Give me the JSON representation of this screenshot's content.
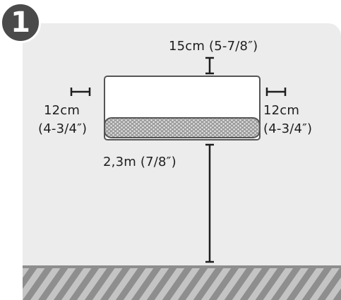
{
  "step_number": "1",
  "labels": {
    "top_clearance": "15cm (5-7/8″)",
    "left_clearance_line1": "12cm",
    "left_clearance_line2": "(4-3/4″)",
    "right_clearance_line1": "12cm",
    "right_clearance_line2": "(4-3/4″)",
    "height_clearance": "2,3m (7/8″)"
  },
  "colors": {
    "panel_background": "#ececec",
    "badge": "#4a4a4a",
    "ink": "#1e1e1e",
    "floor_hatch": "#9b9b9b"
  },
  "icons": {
    "badge": "step-number-badge",
    "unit": "wall-mounted-air-conditioner-icon",
    "floor": "hatched-floor-icon"
  }
}
